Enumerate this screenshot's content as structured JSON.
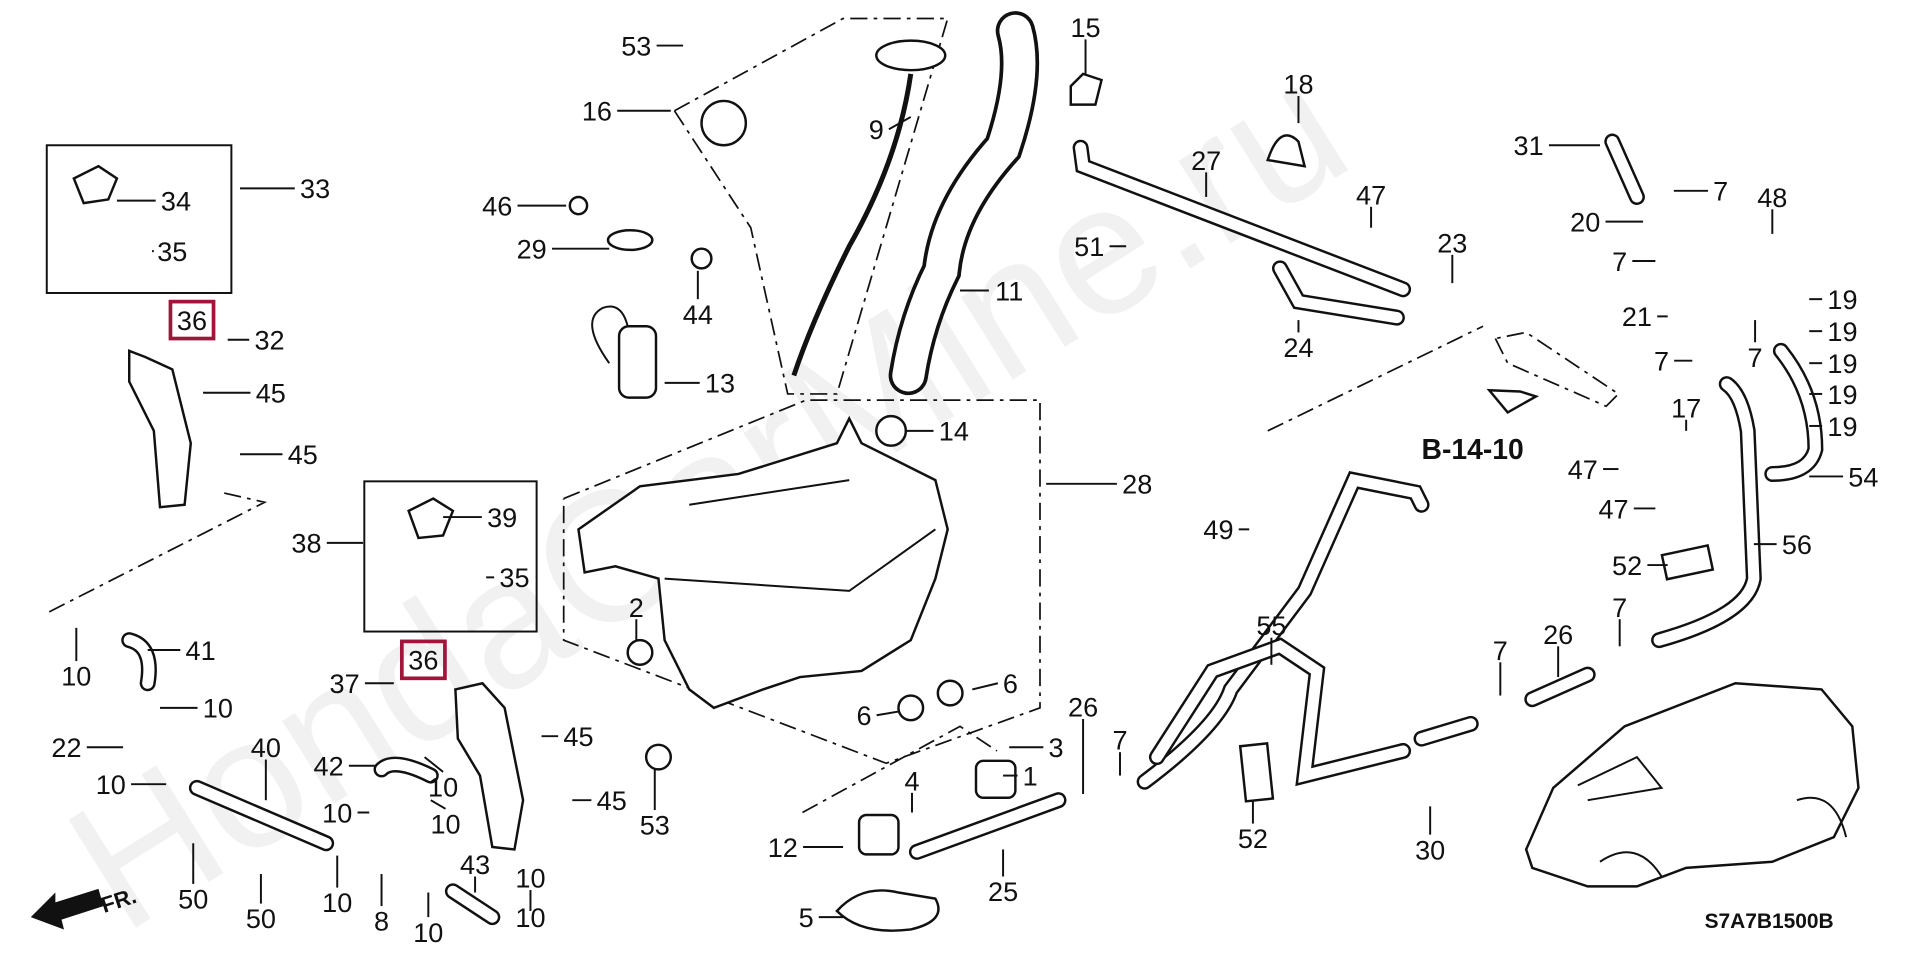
{
  "watermark": "HondaCarMine.ru",
  "diagram_code": "S7A7B1500B",
  "reference": "B-14-10",
  "front_indicator": "FR.",
  "highlight_color": "#a0163a",
  "callouts": [
    "53",
    "16",
    "9",
    "15",
    "18",
    "27",
    "31",
    "7",
    "48",
    "34",
    "33",
    "46",
    "47",
    "51",
    "29",
    "35",
    "20",
    "7",
    "23",
    "11",
    "44",
    "36",
    "32",
    "24",
    "21",
    "19",
    "19",
    "19",
    "19",
    "19",
    "7",
    "7",
    "45",
    "13",
    "14",
    "17",
    "45",
    "47",
    "28",
    "54",
    "47",
    "39",
    "38",
    "49",
    "56",
    "52",
    "35",
    "2",
    "7",
    "55",
    "26",
    "7",
    "41",
    "36",
    "37",
    "10",
    "6",
    "10",
    "26",
    "6",
    "22",
    "45",
    "40",
    "3",
    "42",
    "7",
    "10",
    "10",
    "1",
    "4",
    "45",
    "10",
    "53",
    "52",
    "12",
    "10",
    "43",
    "10",
    "30",
    "50",
    "10",
    "8",
    "25",
    "50",
    "5",
    "10",
    "10"
  ],
  "highlighted_callouts": [
    21,
    53
  ]
}
